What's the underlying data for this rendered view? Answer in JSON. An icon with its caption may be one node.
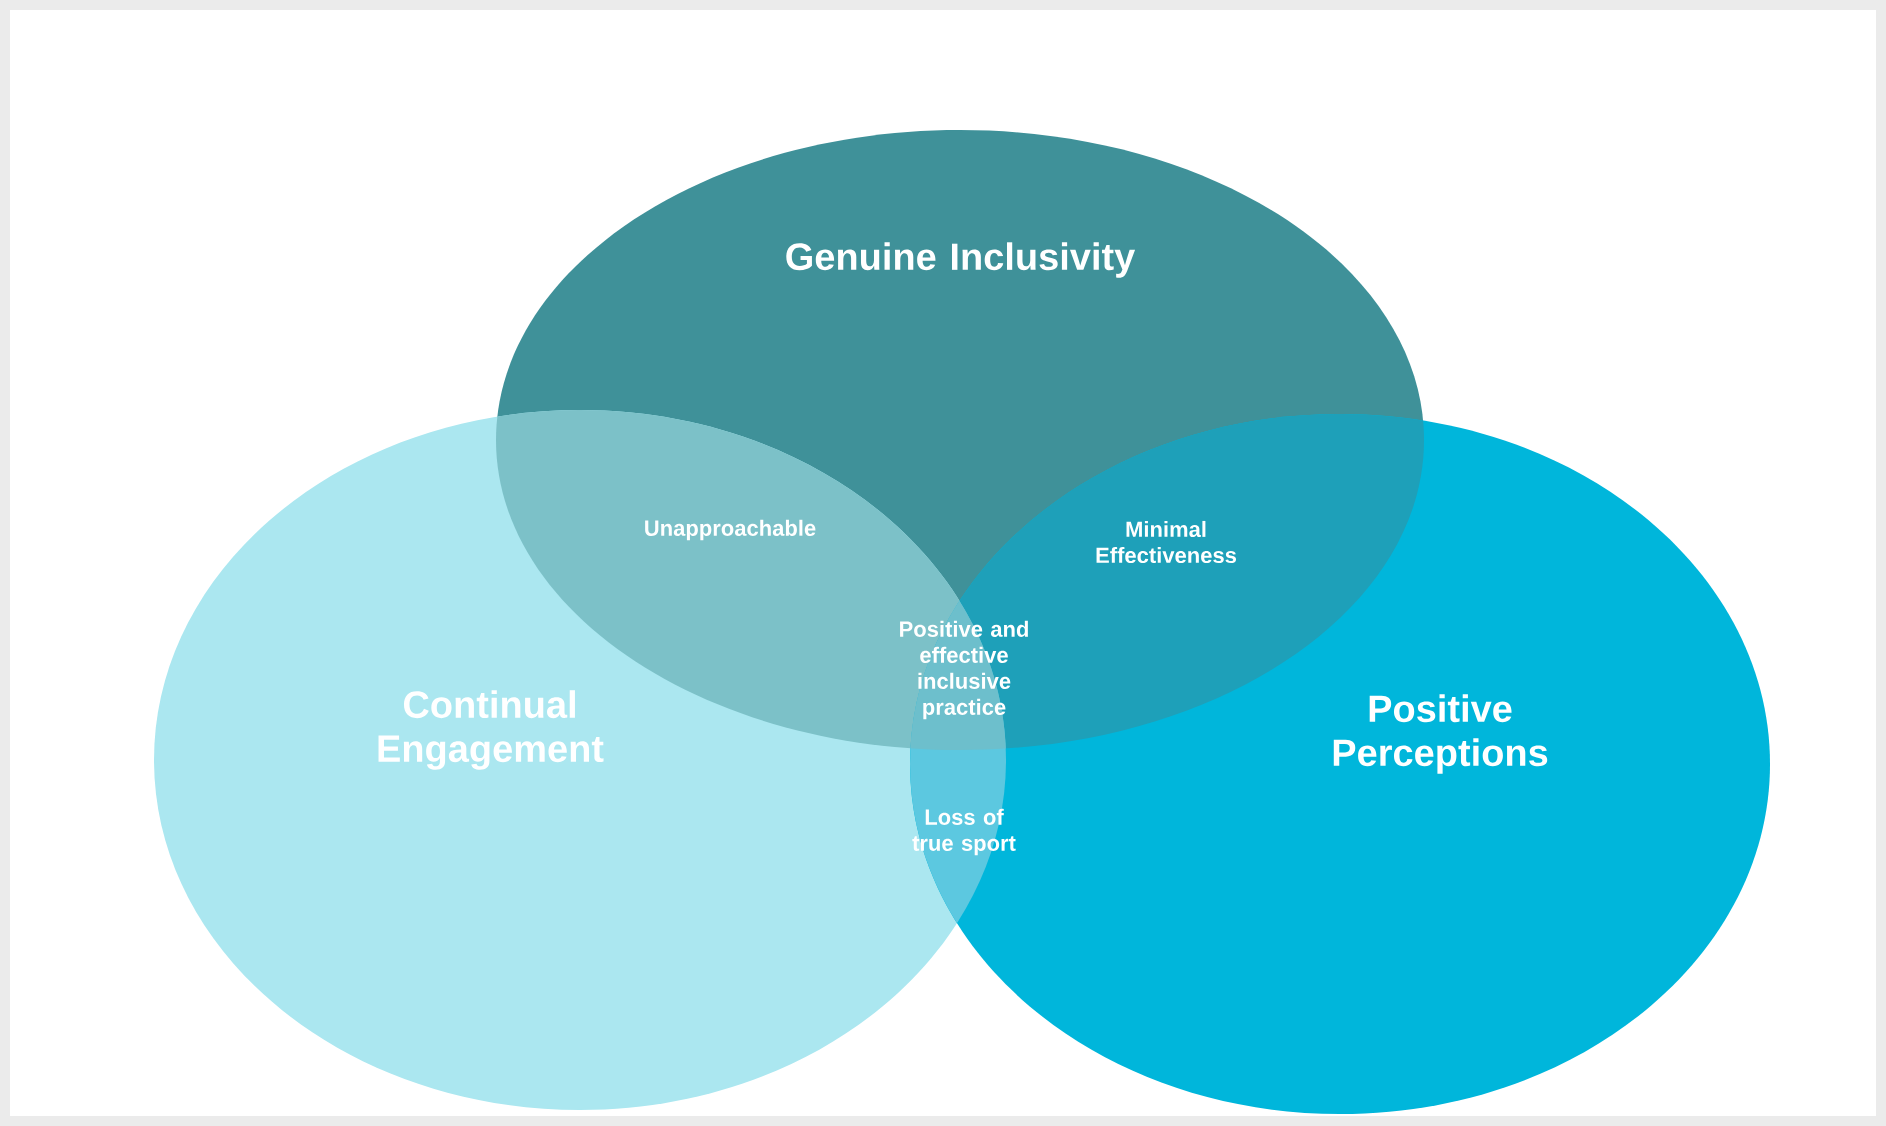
{
  "diagram": {
    "nodes": [
      {
        "text": [
          "Genuine Inclusivity"
        ]
      },
      {
        "text": [
          "Continual Engagement"
        ]
      },
      {
        "text": [
          "Positive Perceptions"
        ]
      }
    ],
    "labels": [
      "Unapproachable",
      "Minimal Effectiveness",
      "Positive and effective inclusive practice",
      "Loss of true sport"
    ]
  }
}
